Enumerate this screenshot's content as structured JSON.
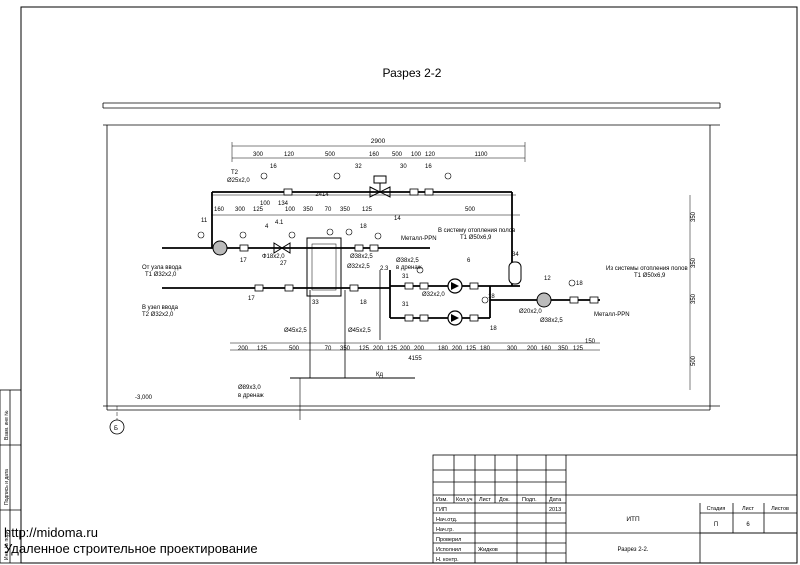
{
  "title": "Разрез 2-2",
  "dims_top": {
    "overall": "2900",
    "row1": [
      "300",
      "120",
      "500",
      "160",
      "500",
      "100",
      "120",
      "1100"
    ],
    "mid": "2414",
    "row2": [
      "160",
      "300",
      "125",
      "100",
      "134",
      "100",
      "350",
      "70",
      "350",
      "125",
      "500"
    ],
    "bottom_row": [
      "200",
      "125",
      "500",
      "70",
      "350",
      "125",
      "200",
      "125",
      "200",
      "200",
      "180",
      "200",
      "125",
      "180",
      "300",
      "200",
      "160",
      "350",
      "125",
      "150"
    ],
    "bottom_total": "4155",
    "right": [
      "350",
      "350",
      "350",
      "500"
    ],
    "level": "-3,000"
  },
  "labels": {
    "t2": "Т2",
    "t2_pipe": "Ø25x2,0",
    "supply_in_1": "От узла ввода",
    "supply_in_2": "Т1 Ø32x2,0",
    "return_in_1": "В узел ввода",
    "return_in_2": "Т2 Ø32x2,0",
    "to_floor_1": "В систему отопления полов",
    "to_floor_2": "Т1 Ø50x6,9",
    "from_floor_1": "Из системы отопления полов",
    "from_floor_2": "Т1 Ø50x6,9",
    "metal_ppn_1": "Металл-PPN",
    "metal_ppn_2": "Металл-PPN",
    "p_18x2": "Ф18x2,0",
    "p_38a": "Ø38x2,5",
    "p_32": "Ø32x2,5",
    "p_38_drain": "Ø38x2,5",
    "to_drain_1": "в дренаж",
    "p_32b": "Ø32x2,0",
    "p_20": "Ø20x2,0",
    "p_38c": "Ø38x2,5",
    "p_45a": "Ø45x2,5",
    "p_45b": "Ø45x2,5",
    "p_89": "Ø89x3,0",
    "to_drain_2": "в дренаж",
    "kd": "Кд",
    "pos_23": "2.3",
    "axis": "Б"
  },
  "positions": [
    "16",
    "32",
    "30",
    "16",
    "11",
    "4",
    "4.1",
    "14",
    "12",
    "18",
    "18",
    "17",
    "17",
    "27",
    "33",
    "31",
    "31",
    "6",
    "34",
    "18",
    "18",
    "18"
  ],
  "side_stamp": [
    "Взам. инв №",
    "Подпись и дата",
    "Инв. № подл."
  ],
  "title_block": {
    "headers": [
      "Изм.",
      "Кол.уч",
      "Лист",
      "Док.",
      "Подп.",
      "Дата"
    ],
    "roles": [
      "ГИП",
      "Нач.отд.",
      "Нач.гр.",
      "Проверил",
      "Исполнил",
      "Н. контр."
    ],
    "year": "2013",
    "author": "Жидков",
    "project": "ИТП",
    "sheet_title": "Разрез 2-2.",
    "stage_label": "Стадия",
    "sheet_label": "Лист",
    "sheets_label": "Листов",
    "stage": "П",
    "sheet": "6",
    "sheets": ""
  },
  "watermark": {
    "url": "http://midoma.ru",
    "text": "Удаленное строительное проектирование"
  }
}
